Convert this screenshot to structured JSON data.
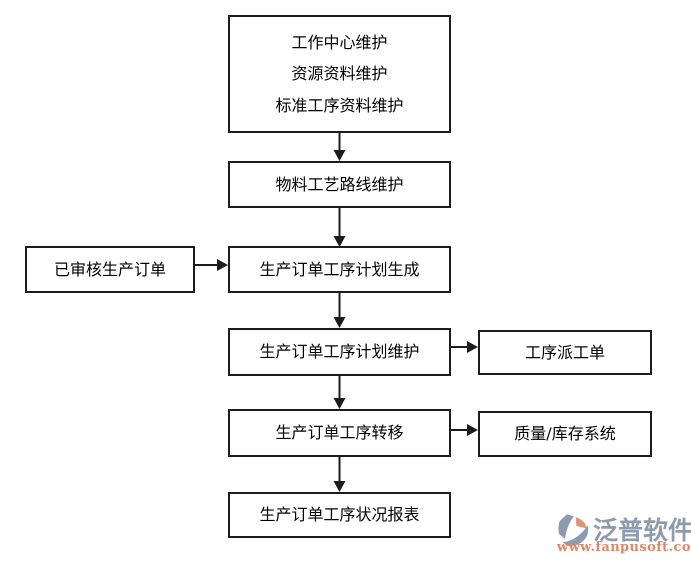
{
  "diagram": {
    "nodes": {
      "master": {
        "lines": [
          "工作中心维护",
          "资源资料维护",
          "标准工序资料维护"
        ]
      },
      "routing": {
        "label": "物料工艺路线维护"
      },
      "approved": {
        "label": "已审核生产订单"
      },
      "plan_generate": {
        "label": "生产订单工序计划生成"
      },
      "plan_maintain": {
        "label": "生产订单工序计划维护"
      },
      "dispatch": {
        "label": "工序派工单"
      },
      "transfer": {
        "label": "生产订单工序转移"
      },
      "quality_inventory": {
        "label": "质量/库存系统"
      },
      "status_report": {
        "label": "生产订单工序状况报表"
      }
    },
    "edges": [
      {
        "from": "master",
        "to": "routing"
      },
      {
        "from": "routing",
        "to": "plan_generate"
      },
      {
        "from": "approved",
        "to": "plan_generate"
      },
      {
        "from": "plan_generate",
        "to": "plan_maintain"
      },
      {
        "from": "plan_maintain",
        "to": "dispatch"
      },
      {
        "from": "plan_maintain",
        "to": "transfer"
      },
      {
        "from": "transfer",
        "to": "quality_inventory"
      },
      {
        "from": "transfer",
        "to": "status_report"
      }
    ],
    "line_color": "#1c1c1c",
    "box_bg": "#ffffff"
  },
  "watermark": {
    "brand": "泛普软件",
    "url": "www.fanpusoft.com",
    "brand_color": "#8e9bae",
    "url_color": "#dd8668",
    "icon_accent": "#dd9478"
  }
}
